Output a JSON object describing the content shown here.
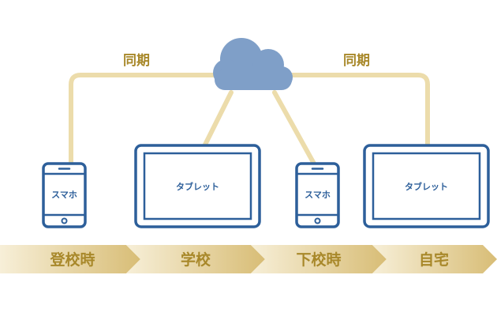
{
  "sync_labels": {
    "left": "同期",
    "right": "同期"
  },
  "devices": {
    "phone_1": "スマホ",
    "tablet_1": "タブレット",
    "phone_2": "スマホ",
    "tablet_2": "タブレット"
  },
  "timeline": [
    {
      "label": "登校時"
    },
    {
      "label": "学校"
    },
    {
      "label": "下校時"
    },
    {
      "label": "自宅"
    }
  ],
  "colors": {
    "cloud": "#7f9fc8",
    "device_stroke": "#2d5f9a",
    "connector": "#ecdcab",
    "label_gold": "#a8882a",
    "arrow_light": "#f6eed6",
    "arrow_dark": "#d9c07a"
  }
}
